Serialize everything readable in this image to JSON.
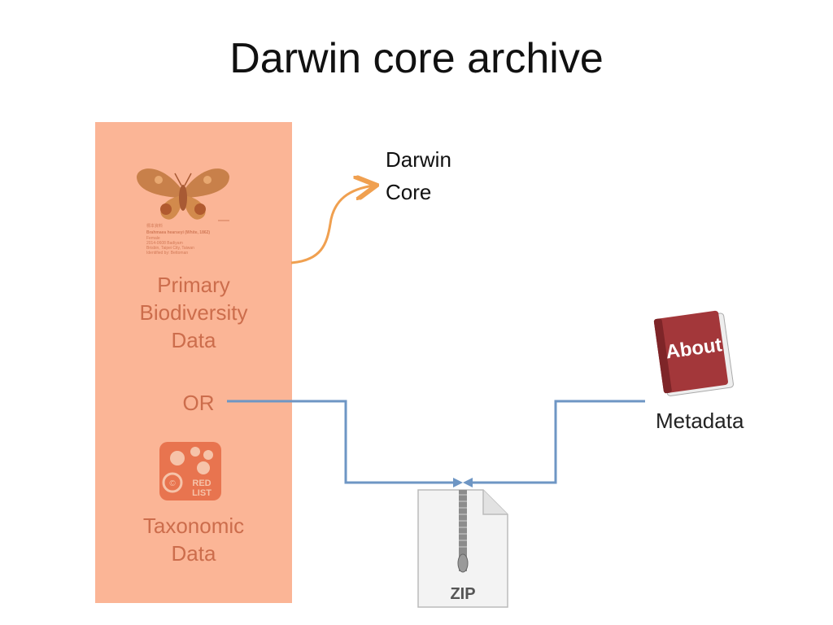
{
  "slide": {
    "title": "Darwin core archive"
  },
  "left_panel": {
    "primary_label": "Primary\nBiodiversity\nData",
    "or_label": "OR",
    "taxonomic_label": "Taxonomic\nData",
    "specimen_label_lines": [
      "標本資料",
      "Brahmaea hearseyi (White, 1862)",
      "Female",
      "2014-0608 Badiyam",
      "Brisbin, Taipei City, Taiwan",
      "Identified by: Bettoman"
    ],
    "redlist_logo_text": "RED LIST"
  },
  "darwin_core": {
    "label": "Darwin\nCore",
    "arrow_color": "#f0a050"
  },
  "metadata": {
    "book_label": "About",
    "label": "Metadata"
  },
  "zip": {
    "label": "ZIP"
  },
  "colors": {
    "panel": "#fbb596",
    "panel_text": "#cc6d4c",
    "connector": "#6e96c4",
    "book": "#a3373a"
  }
}
